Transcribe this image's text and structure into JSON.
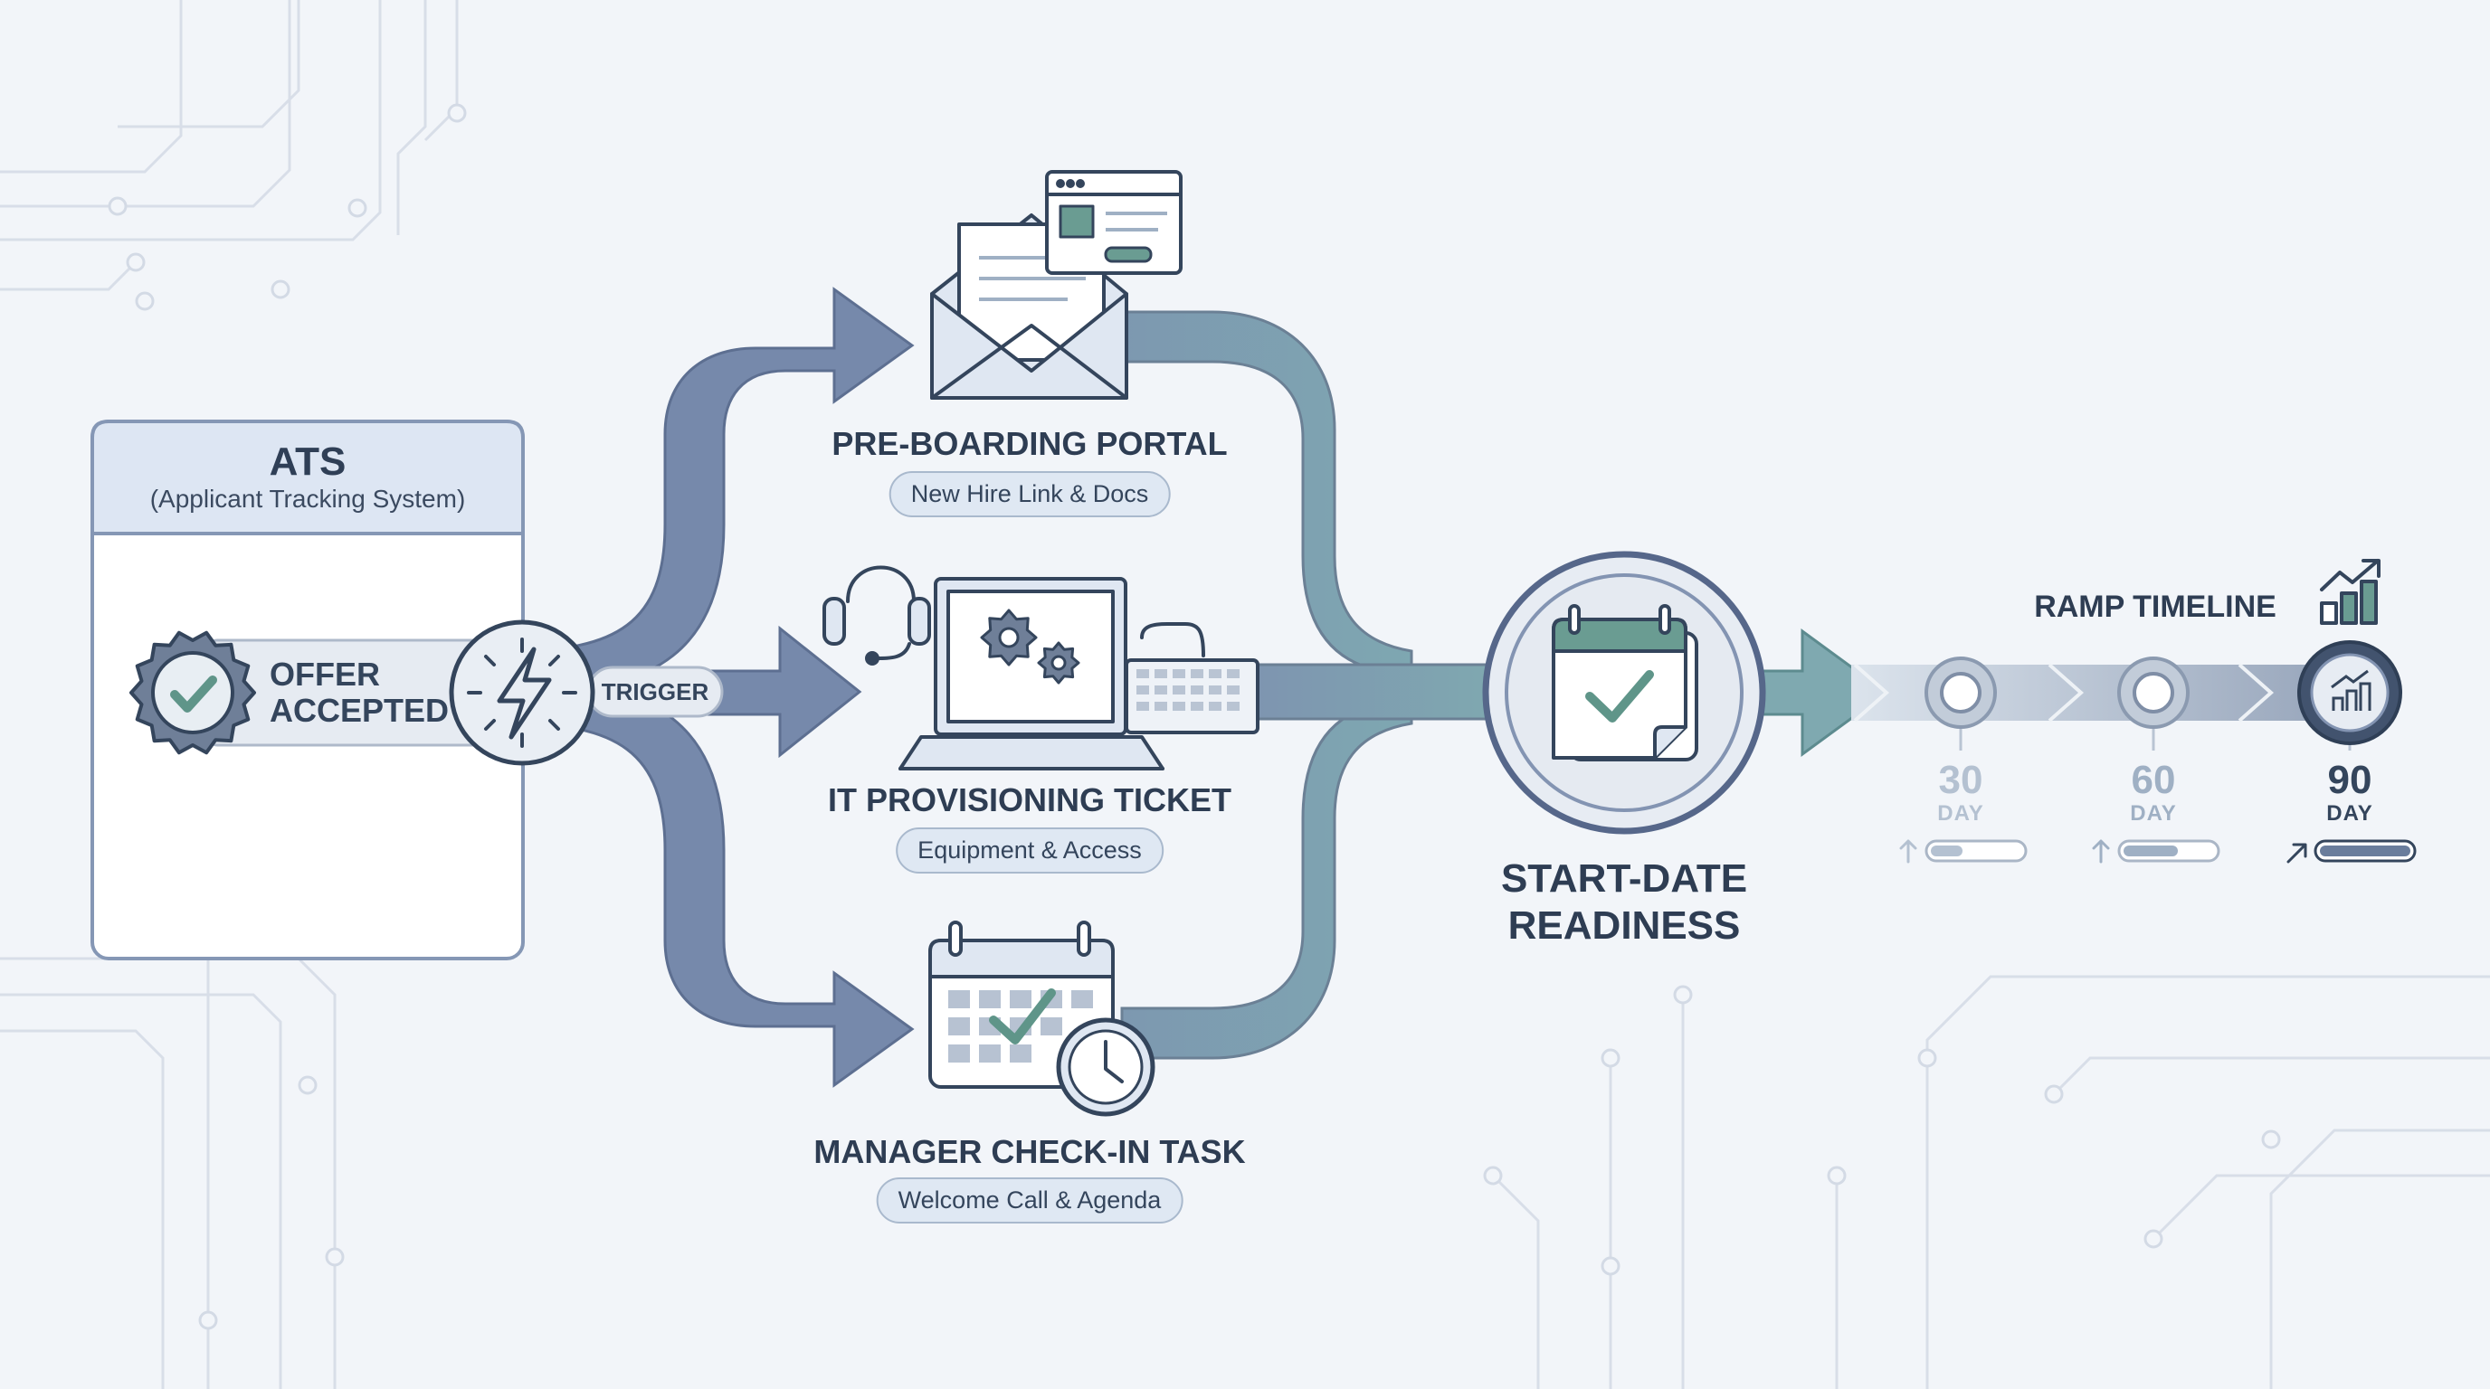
{
  "ats": {
    "title": "ATS",
    "subtitle": "(Applicant Tracking System)",
    "event_line1": "OFFER",
    "event_line2": "ACCEPTED",
    "trigger_label": "TRIGGER"
  },
  "steps": [
    {
      "title": "PRE-BOARDING PORTAL",
      "pill": "New Hire Link & Docs",
      "icon": "envelope-browser-icon"
    },
    {
      "title": "IT PROVISIONING TICKET",
      "pill": "Equipment & Access",
      "icon": "laptop-gears-icon"
    },
    {
      "title": "MANAGER CHECK-IN TASK",
      "pill": "Welcome Call & Agenda",
      "icon": "calendar-clock-icon"
    }
  ],
  "readiness": {
    "line1": "START-DATE",
    "line2": "READINESS",
    "icon": "calendar-check-icon"
  },
  "ramp": {
    "title": "RAMP TIMELINE",
    "milestones": [
      {
        "number": "30",
        "unit": "DAY",
        "progress": 0.35,
        "color": "#b4c1d1"
      },
      {
        "number": "60",
        "unit": "DAY",
        "progress": 0.6,
        "color": "#9fb0c4"
      },
      {
        "number": "90",
        "unit": "DAY",
        "progress": 1.0,
        "color": "#34455c"
      }
    ]
  },
  "colors": {
    "flow_blue": "#7889ab",
    "flow_teal": "#7ea8b0",
    "accent_green": "#6a9c92",
    "ink": "#2f3f56",
    "panel_header": "#dde6f3"
  }
}
